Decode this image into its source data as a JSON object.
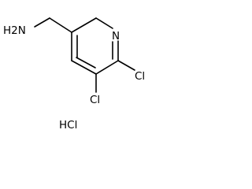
{
  "molecule": {
    "atoms": {
      "amine": "H2N",
      "ring_nitrogen": "N",
      "chloro_6": "Cl",
      "chloro_5": "Cl"
    },
    "salt": "HCl"
  }
}
